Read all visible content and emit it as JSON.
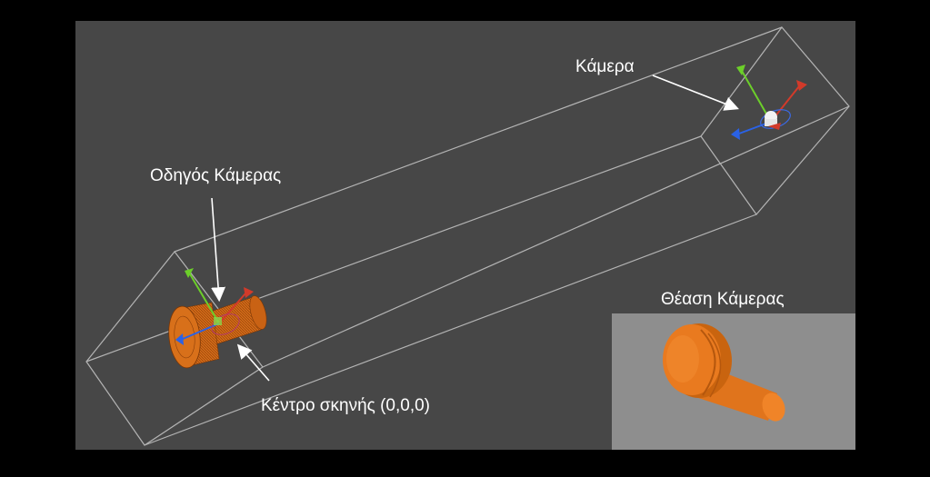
{
  "labels": {
    "camera": "Κάμερα",
    "camera_target": "Οδηγός Κάμερας",
    "scene_center": "Κέντρο σκηνής (0,0,0)",
    "camera_view": "Θέαση Κάμερας"
  },
  "colors": {
    "canvas_background": "#000000",
    "viewport_background": "#474747",
    "preview_background": "#8e8e8e",
    "frustum_lines": "#b4b4b4",
    "object_orange": "#e0741c",
    "axis_x": "#d23a2a",
    "axis_y": "#6ccf2a",
    "axis_z": "#2a62e6",
    "annotation_arrows": "#ffffff"
  },
  "icons": {
    "object": "knob-cylinder-icon",
    "camera": "camera-gizmo-icon",
    "gizmo": "transform-axes-icon"
  }
}
